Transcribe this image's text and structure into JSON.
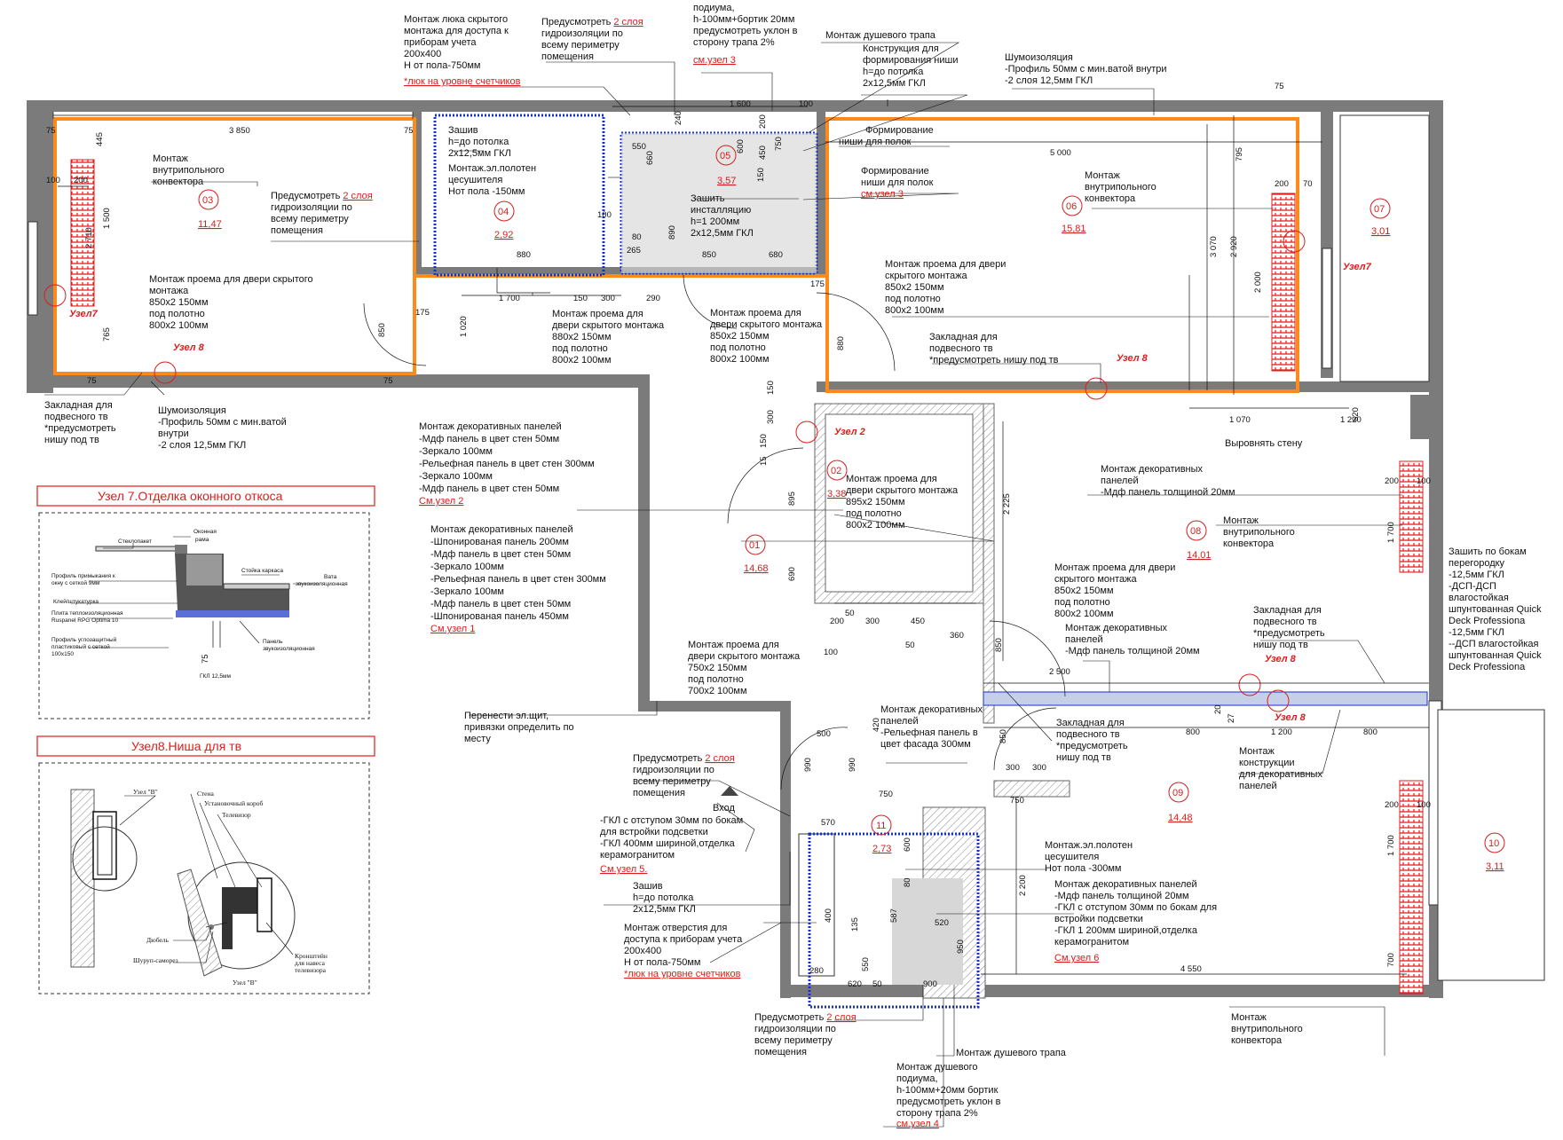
{
  "notes": {
    "hatch_top": [
      "Монтаж  люка скрытого",
      "монтажа для доступа к",
      "приборам учета",
      "200х400",
      "Н от пола-750мм"
    ],
    "hatch_top_ref": "*люк на уровне счетчиков",
    "hydro_top_1": "Предусмотреть",
    "hydro_top_2": "2 слоя",
    "hydro_top_3": [
      "гидроизоляции по",
      "всему периметру",
      "помещения"
    ],
    "podium_top": [
      "подиума,",
      "h-100мм+бортик 20мм",
      "предусмотреть уклон в",
      "сторону трапа 2%"
    ],
    "podium_top_ref": "см.узел 3",
    "drain_top": "Монтаж душевого трапа",
    "niche_top": [
      "Конструкция для",
      "формирования ниши",
      "h=до потолка",
      "2х12,5мм ГКЛ"
    ],
    "noise_top": [
      "Шумоизоляция",
      "-Профиль 50мм с мин.ватой внутри",
      "-2 слоя 12,5мм ГКЛ"
    ],
    "shelf_niche_1": [
      "Формирование",
      "ниши для полок"
    ],
    "shelf_niche_2": [
      "Формирование",
      "ниши для полок"
    ],
    "shelf_niche_2_ref": "см.узел 3",
    "sew_04": [
      "Зашив",
      "h=до потолка",
      "2х12,5мм ГКЛ"
    ],
    "towel_04": [
      "Монтаж.эл.полотен",
      "цесушителя",
      "Нот пола -150мм"
    ],
    "install_sew": [
      "Зашить",
      "инсталляцию",
      "h=1 200мм",
      "2х12,5мм ГКЛ"
    ],
    "conv_03": [
      "Монтаж",
      "внутрипольного",
      "конвектора"
    ],
    "hydro_03_1": "Предусмотреть",
    "hydro_03_2": "2 слоя",
    "hydro_03_3": [
      "гидроизоляции по",
      "всему периметру",
      "помещения"
    ],
    "door_03": [
      "Монтаж проема для двери скрытого",
      "монтажа",
      "850х2 150мм",
      "под полотно",
      "800х2 100мм"
    ],
    "conv_06": [
      "Монтаж",
      "внутрипольного",
      "конвектора"
    ],
    "door_06": [
      "Монтаж проема для двери",
      "скрытого монтажа",
      "850х2 150мм",
      "под полотно",
      "800х2 100мм"
    ],
    "tv_06": [
      "Закладная для",
      "подвесного тв",
      "*предусмотреть нишу под тв"
    ],
    "door_04": [
      "Монтаж проема для",
      "двери скрытого монтажа",
      "880х2 150мм",
      "под полотно",
      "800х2 100мм"
    ],
    "door_05": [
      "Монтаж проема для",
      "двери скрытого монтажа",
      "850х2 150мм",
      "под полотно",
      "800х2 100мм"
    ],
    "tv_03": [
      "Закладная для",
      "подвесного тв",
      "*предусмотреть",
      "нишу под тв"
    ],
    "noise_03": [
      "Шумоизоляция",
      "-Профиль 50мм с мин.ватой",
      "внутри",
      "-2 слоя 12,5мм ГКЛ"
    ],
    "panels_a": [
      "Монтаж декоративных панелей",
      "-Мдф панель в цвет стен 50мм",
      "-Зеркало 100мм",
      "-Рельефная панель в цвет стен 300мм",
      "-Зеркало 100мм",
      "-Мдф панель в цвет стен 50мм"
    ],
    "panels_a_ref": "См.узел 2",
    "panels_b": [
      "Монтаж декоративных панелей",
      "-Шпонированая панель 200мм",
      "-Мдф панель в цвет стен 50мм",
      "-Зеркало 100мм",
      "-Рельефная панель в цвет стен 300мм",
      "-Зеркало 100мм",
      "-Мдф панель в цвет стен 50мм",
      "-Шпонированая панель 450мм"
    ],
    "panels_b_ref": "См.узел 1",
    "door_02": [
      "Монтаж проема для",
      "двери скрытого монтажа",
      "895х2 150мм",
      "под полотно",
      "800х2 100мм"
    ],
    "align_wall": "Выровнять стену",
    "panels_08": [
      "Монтаж декоративных",
      "панелей",
      "-Мдф панель толщиной 20мм"
    ],
    "conv_08": [
      "Монтаж",
      "внутрипольного",
      "конвектора"
    ],
    "sew_partition": [
      "Зашить по бокам",
      "перегородку",
      "-12,5мм ГКЛ",
      "-ДСП-ДСП",
      "влагостойкая",
      "шпунтованная Quick",
      "Deck Professiona",
      "-12,5мм ГКЛ",
      "--ДСП влагостойкая",
      "шпунтованная Quick",
      "Deck Professiona"
    ],
    "door_09": [
      "Монтаж проема для двери",
      "скрытого монтажа",
      "850х2 150мм",
      "под полотно",
      "800х2 100мм"
    ],
    "tv_08": [
      "Закладная для",
      "подвесного тв",
      "*предусмотреть",
      "нишу под тв"
    ],
    "panels_09": [
      "Монтаж декоративных",
      "панелей",
      "-Мдф панель толщиной 20мм"
    ],
    "door_01": [
      "Монтаж проема для",
      "двери скрытого монтажа",
      "750х2 150мм",
      "под полотно",
      "700х2 100мм"
    ],
    "panels_facade": [
      "Монтаж декоративных",
      "панелей",
      "-Рельефная панель в",
      "цвет фасада 300мм"
    ],
    "tv_09": [
      "Закладная для",
      "подвесного тв",
      "*предусмотреть",
      "нишу под тв"
    ],
    "panels_construct": [
      "Монтаж",
      "конструкции",
      "для декоративных",
      "панелей"
    ],
    "move_panel": [
      "Перенести эл.щит,",
      "привязки определить по",
      "месту"
    ],
    "hydro_11_1": "Предусмотреть",
    "hydro_11_2": "2 слоя",
    "hydro_11_3": [
      "гидроизоляции по",
      "всему периметру",
      "помещения"
    ],
    "entrance": "Вход",
    "gkl_11": [
      "-ГКЛ с отступом 30мм по бокам",
      "для встройки подсветки",
      "-ГКЛ  400мм шириной,отделка",
      "керамогранитом"
    ],
    "gkl_11_ref": "См.узел 5.",
    "sew_11": [
      "Зашив",
      "h=до потолка",
      "2х12,5мм ГКЛ"
    ],
    "hole_11": [
      "Монтаж отверстия для",
      "доступа к приборам учета",
      "200х400",
      "Н от пола-750мм"
    ],
    "hole_11_ref": "*люк на уровне счетчиков",
    "towel_11": [
      "Монтаж.эл.полотен",
      "цесушителя",
      "Нот пола -300мм"
    ],
    "panels_09b": [
      "Монтаж декоративных панелей",
      "-Мдф панель толщиной 20мм",
      "-ГКЛ с отступом 30мм по бокам для",
      "встройки подсветки",
      "-ГКЛ  1 200мм шириной,отделка",
      "керамогранитом"
    ],
    "panels_09b_ref": "См.узел 6",
    "hydro_bot_1": "Предусмотреть",
    "hydro_bot_2": "2 слоя",
    "hydro_bot_3": [
      "гидроизоляции по",
      "всему периметру",
      "помещения"
    ],
    "drain_bot": "Монтаж душевого трапа",
    "podium_bot": [
      "Монтаж душевого",
      "подиума,",
      "h-100мм+20мм бортик",
      "предусмотреть уклон в",
      "сторону трапа 2%"
    ],
    "podium_bot_ref": "см.узел 4",
    "conv_bot": [
      "Монтаж",
      "внутрипольного",
      "конвектора"
    ]
  },
  "rooms": [
    {
      "id": "03",
      "area": "11,47"
    },
    {
      "id": "04",
      "area": "2,92"
    },
    {
      "id": "05",
      "area": "3,57"
    },
    {
      "id": "06",
      "area": "15,81"
    },
    {
      "id": "07",
      "area": "3,01"
    },
    {
      "id": "02",
      "area": "3,38"
    },
    {
      "id": "01",
      "area": "14,68"
    },
    {
      "id": "08",
      "area": "14,01"
    },
    {
      "id": "09",
      "area": "14,48"
    },
    {
      "id": "10",
      "area": "3,11"
    },
    {
      "id": "11",
      "area": "2,73"
    }
  ],
  "nodes": {
    "n7a": "Узел7",
    "n7b": "Узел7",
    "n8a": "Узел 8",
    "n8b": "Узел 8",
    "n8c": "Узел 8",
    "n8d": "Узел 8",
    "n2": "Узел 2"
  },
  "dims": {
    "d75a": "75",
    "d3850": "3 850",
    "d75b": "75",
    "d445": "445",
    "d100": "100",
    "d200a": "200",
    "d1500": "1 500",
    "d2710": "2 710",
    "d765": "765",
    "d75c": "75",
    "d75d": "75",
    "d1600": "1 600",
    "d100b": "100",
    "d240": "240",
    "d550": "550",
    "d660": "660",
    "d600": "600",
    "d200b": "200",
    "d450": "450",
    "d750": "750",
    "d150": "150",
    "d100c": "100",
    "d890": "890",
    "d80": "80",
    "d265": "265",
    "d880": "880",
    "d850a": "850",
    "d680": "680",
    "d5000": "5 000",
    "d795": "795",
    "d75e": "75",
    "d3070": "3 070",
    "d2920": "2 920",
    "d2000": "2 000",
    "d200c": "200",
    "d70": "70",
    "d1700": "1 700",
    "d150b": "150",
    "d300": "300",
    "d290": "290",
    "d175a": "175",
    "d1020": "1 020",
    "d850b": "850",
    "d175b": "175",
    "d880b": "880",
    "d150c": "150",
    "d300b": "300",
    "d150d": "150",
    "d15": "15",
    "d895": "895",
    "d690": "690",
    "d50a": "50",
    "d200d": "200",
    "d300c": "300",
    "d450b": "450",
    "d100d": "100",
    "d50b": "50",
    "d360": "360",
    "d1070": "1 070",
    "d1220": "1 220",
    "d620": "620",
    "d2225": "2 225",
    "d200e": "200",
    "d100e": "100",
    "d1700b": "1 700",
    "d850c": "850",
    "d2500": "2 500",
    "d20": "20",
    "d27": "27",
    "d800a": "800",
    "d1200": "1 200",
    "d800b": "800",
    "d500": "500",
    "d420": "420",
    "d990a": "990",
    "d990b": "990",
    "d750b": "750",
    "d850d": "850",
    "d300d": "300",
    "d300e": "300",
    "d750c": "750",
    "d200f": "200",
    "d100f": "100",
    "d1700c": "1 700",
    "d700": "700",
    "d570": "570",
    "d600b": "600",
    "d80b": "80",
    "d587": "587",
    "d400": "400",
    "d135": "135",
    "d520": "520",
    "d950": "950",
    "d280": "280",
    "d550b": "550",
    "d620b": "620",
    "d50c": "50",
    "d900": "900",
    "d2200": "2 200",
    "d4550": "4 550"
  },
  "detail7": {
    "title": "Узел 7.Отделка оконного  откоса",
    "labels": [
      "Стеклопакет",
      "Оконная",
      "рама",
      "Профиль примыкания к",
      "окну с сеткой 9мм",
      "Стойка каркаса",
      "Вата",
      "звукоизоляционная",
      "Клей/штукатурка",
      "Плита теплоизоляционная",
      "Ruspanel RPG Optima 10",
      "Профиль углозащитный",
      "пластиковый с сеткой",
      "100х150",
      "Панель",
      "звукоизоляционная",
      "ГКЛ 12,5мм"
    ],
    "dim75": "75"
  },
  "detail8": {
    "title": "Узел8.Ниша для тв",
    "labels": [
      "Узел \"В\"",
      "Стена",
      "Установочный короб",
      "Телевизор",
      "Дюбель",
      "Шуруп-саморез",
      "Кронштейн",
      "для навеса",
      "телевизора",
      "Узел \"В\""
    ]
  }
}
